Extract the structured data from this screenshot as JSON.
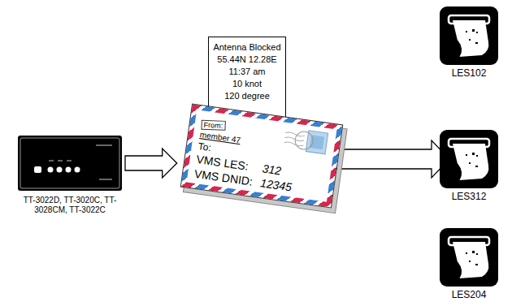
{
  "diagram": {
    "nodes": [
      {
        "text": [
          "TT-3022D, TT-3020C, TT-3028CM, TT-3022C"
        ]
      },
      {
        "text": [
          "Antenna Blocked",
          "55.44N 12.28E",
          "11:37 am",
          "10 knot",
          "120 degree"
        ]
      },
      {
        "text": [
          "From:",
          "member 47",
          "To:",
          "VMS LES:",
          "312",
          "VMS DNID:",
          "12345"
        ]
      },
      {
        "text": [
          "LES102"
        ]
      },
      {
        "text": [
          "LES312"
        ]
      },
      {
        "text": [
          "LES204"
        ]
      }
    ],
    "edges": [
      {
        "from": 0,
        "to": 2,
        "arrow": "to"
      },
      {
        "from": 2,
        "to": 4,
        "arrow": "to"
      }
    ]
  }
}
